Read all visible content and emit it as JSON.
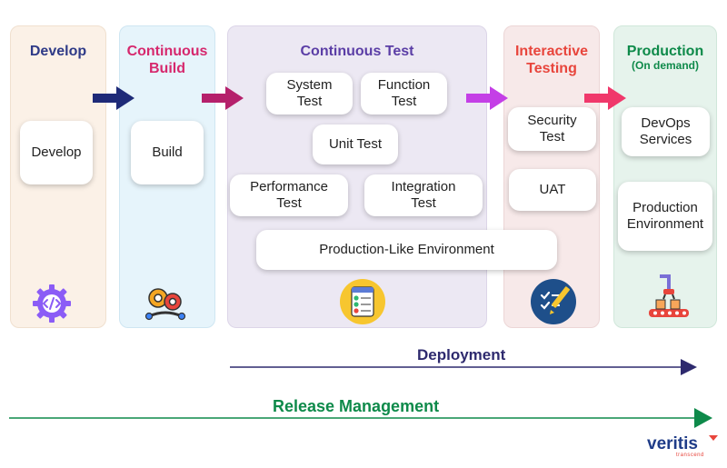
{
  "stages": {
    "develop": {
      "title": "Develop",
      "cards": [
        "Develop"
      ]
    },
    "build": {
      "title": "Continuous\nBuild",
      "cards": [
        "Build"
      ]
    },
    "test": {
      "title": "Continuous Test",
      "cards": [
        "System\nTest",
        "Function\nTest",
        "Unit Test",
        "Performance\nTest",
        "Integration\nTest",
        "Production-Like Environment"
      ]
    },
    "interactive": {
      "title": "Interactive\nTesting",
      "cards": [
        "Security\nTest",
        "UAT"
      ]
    },
    "production": {
      "title": "Production",
      "subtitle": "(On demand)",
      "cards": [
        "DevOps\nServices",
        "Production\nEnvironment"
      ]
    }
  },
  "flows": {
    "deployment": "Deployment",
    "release": "Release Management"
  },
  "logo": {
    "name": "veritis",
    "tagline": "transcend"
  },
  "colors": {
    "develop_title": "#2e3a87",
    "build_title": "#d6286d",
    "test_title": "#5b3ea6",
    "interactive_title": "#e8453c",
    "production_title": "#0e8a4a",
    "deployment": "#2e2a6e",
    "release": "#0e8a4a"
  },
  "icons": [
    "code-gear-icon",
    "gears-wrench-icon",
    "checklist-icon",
    "pen-checklist-icon",
    "robot-arm-icon"
  ]
}
